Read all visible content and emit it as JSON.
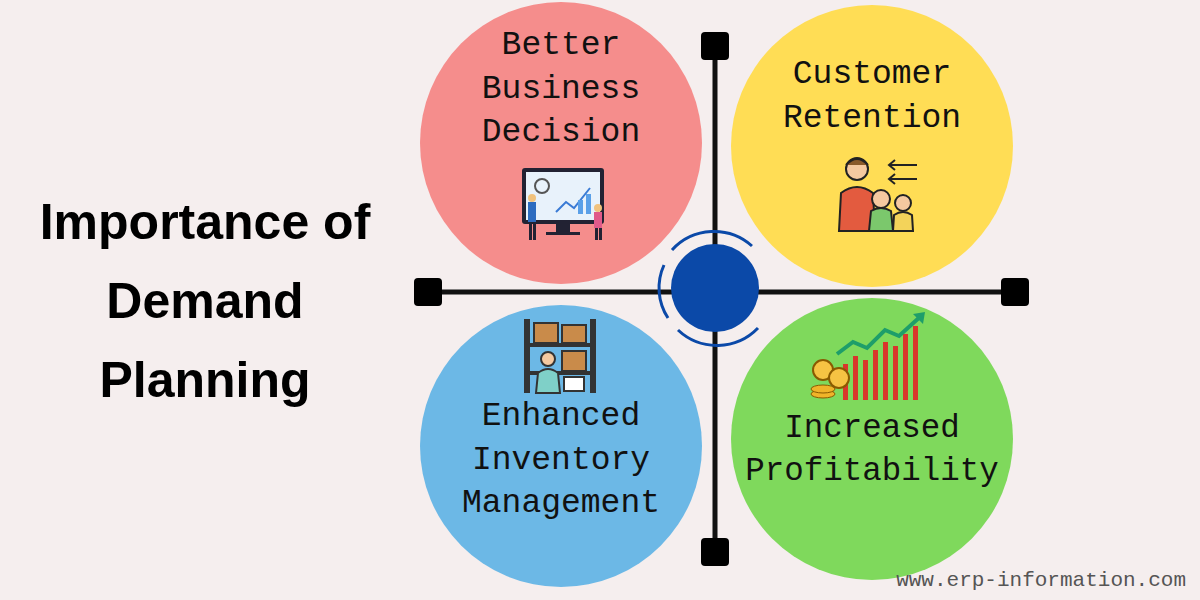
{
  "diagram": {
    "title": "Importance of Demand Planning",
    "nodes": [
      {
        "text": [
          "Better Business Decision"
        ]
      },
      {
        "text": [
          "Customer Retention"
        ]
      },
      {
        "text": [
          "Enhanced Inventory Management"
        ]
      },
      {
        "text": [
          "Increased Profitability"
        ]
      }
    ],
    "labels": [
      "www.erp-information.com"
    ]
  }
}
